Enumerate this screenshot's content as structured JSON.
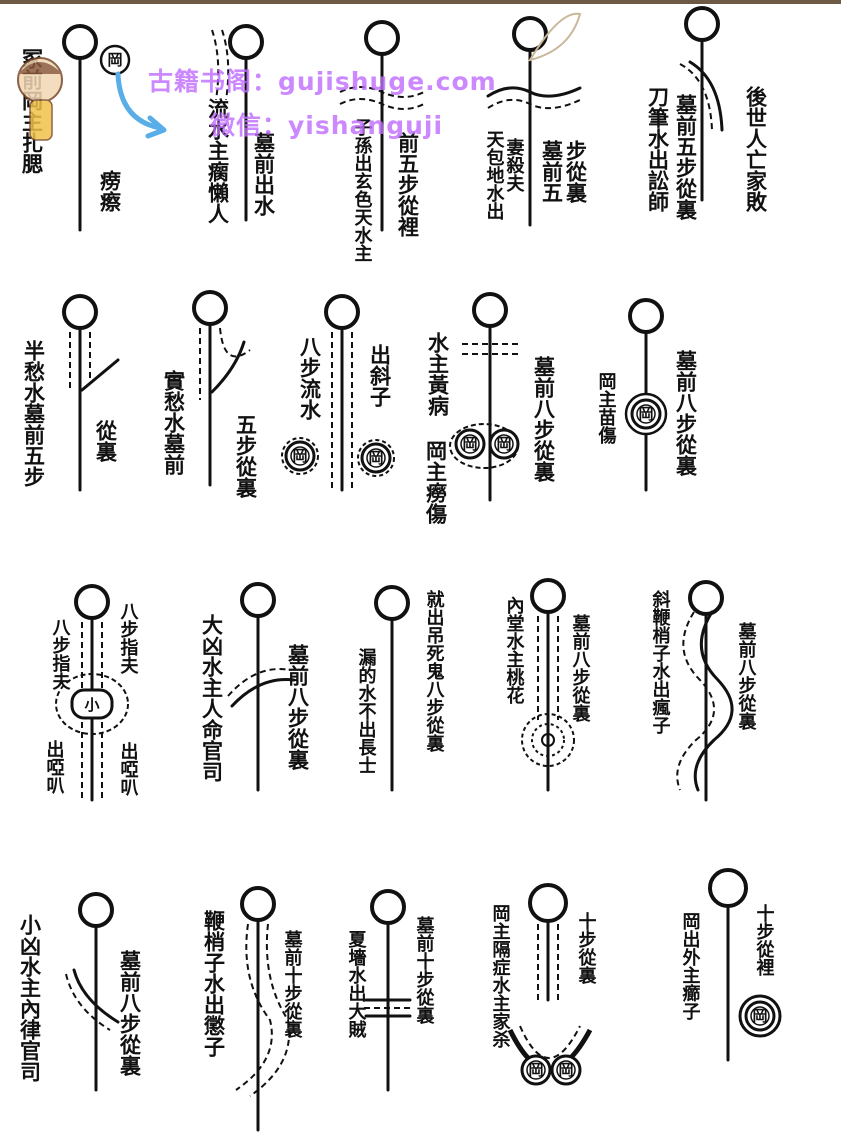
{
  "watermark": {
    "site": "古籍书阁：gujishuge.com",
    "wechat": "微信：yishanguji"
  },
  "stamp_char": "岡",
  "stamp_char_small": "小",
  "rows": [
    {
      "cells": [
        {
          "labels": [
            "冢前岡主扎腮",
            "痨瘵"
          ]
        },
        {
          "labels": [
            "流水主瘸懶人",
            "墓前出水"
          ]
        },
        {
          "labels": [
            "前五步從裡",
            "子孫出玄色天水主"
          ]
        },
        {
          "labels": [
            "步從裏",
            "墓前五",
            "妻殺夫",
            "天包地水出"
          ]
        },
        {
          "labels": [
            "後世人亡家敗",
            "墓前五步從裏",
            "刀筆水出訟師"
          ]
        }
      ]
    },
    {
      "cells": [
        {
          "labels": [
            "半愁水墓前五步",
            "從裏"
          ]
        },
        {
          "labels": [
            "實愁水墓前",
            "五步從裏"
          ]
        },
        {
          "labels": [
            "八步流水",
            "出斜子"
          ]
        },
        {
          "labels": [
            "水主黃病",
            "墓前八步從裏",
            "岡主癆傷"
          ]
        },
        {
          "labels": [
            "墓前八步從裏",
            "岡主苗傷"
          ]
        }
      ]
    },
    {
      "cells": [
        {
          "labels": [
            "八步指夫",
            "八步指夫",
            "出啞叭",
            "出啞叭"
          ]
        },
        {
          "labels": [
            "大凶水主人命官司",
            "墓前八步從裏"
          ]
        },
        {
          "labels": [
            "就出吊死鬼八步從裏",
            "漏的水不出長士"
          ]
        },
        {
          "labels": [
            "內堂水主桃花",
            "墓前八步從裏"
          ]
        },
        {
          "labels": [
            "斜鞭梢子水出瘋子",
            "墓前八步從裏"
          ]
        }
      ]
    },
    {
      "cells": [
        {
          "labels": [
            "小凶水主內律官司",
            "墓前八步從裏"
          ]
        },
        {
          "labels": [
            "鞭梢子水出懲子",
            "墓前十步從裏"
          ]
        },
        {
          "labels": [
            "夏墻水出大賊",
            "墓前十步從裏"
          ]
        },
        {
          "labels": [
            "岡主隔症水主家杀",
            "十步從裏"
          ]
        },
        {
          "labels": [
            "岡出外主癤子",
            "十步從裡"
          ]
        }
      ]
    }
  ]
}
